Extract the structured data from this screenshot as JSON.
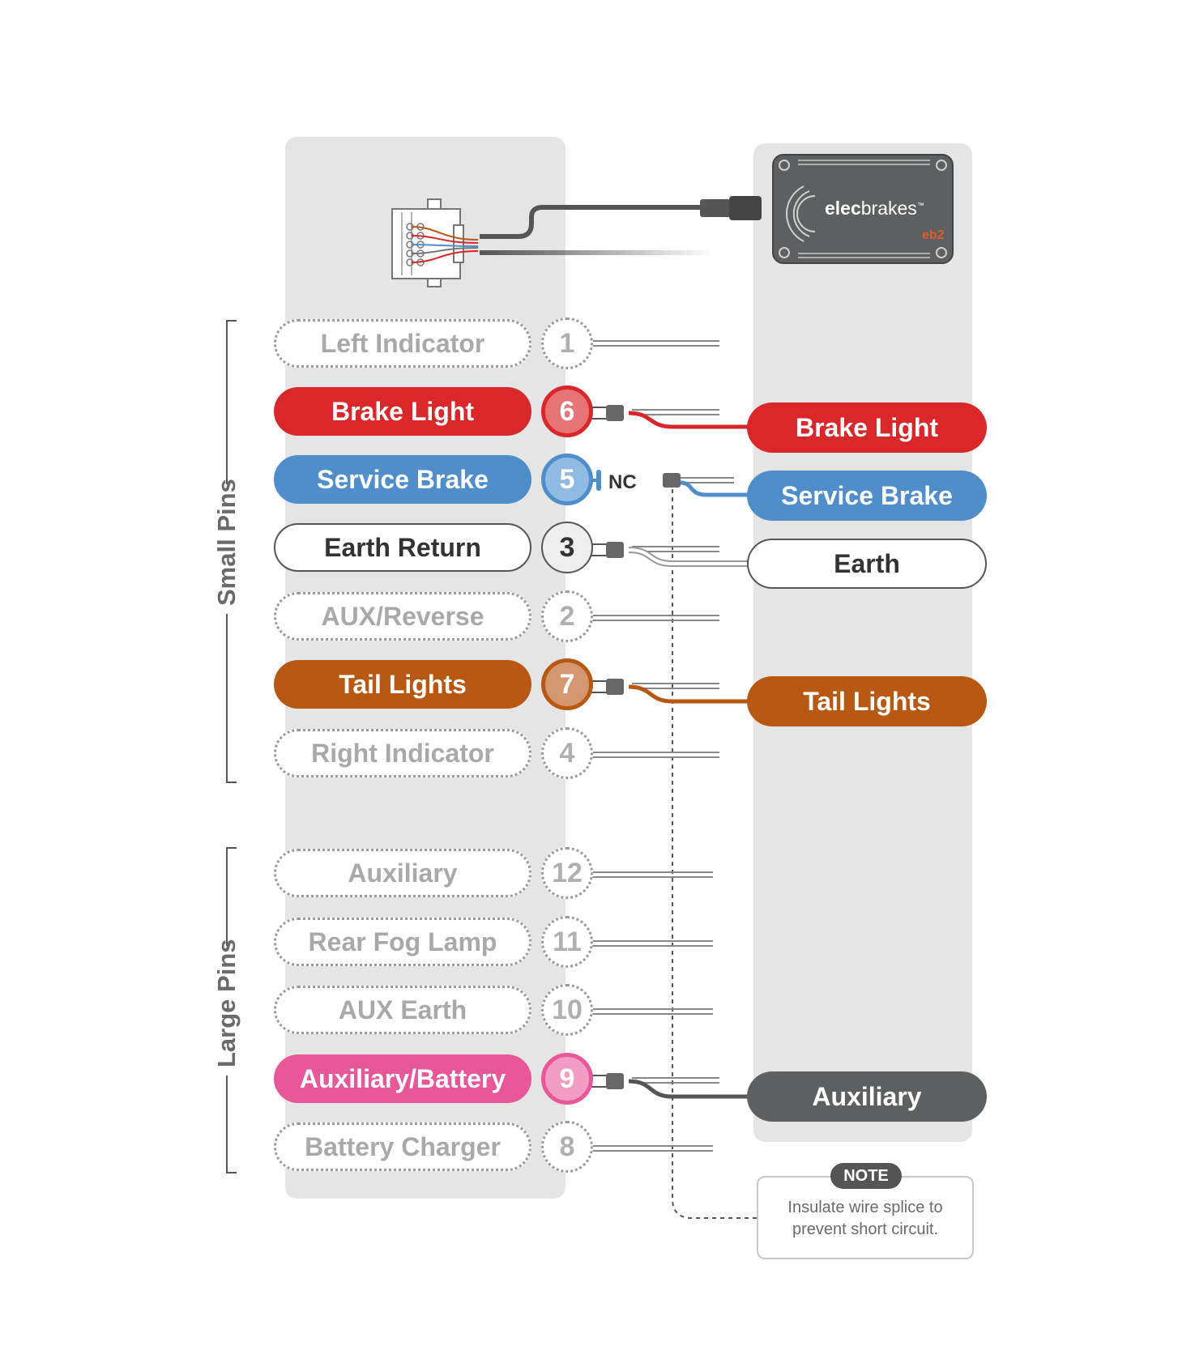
{
  "small_pins_label": "Small Pins",
  "large_pins_label": "Large Pins",
  "pins": [
    {
      "label": "Left Indicator",
      "number": "1",
      "active": false,
      "color": "#ffffff"
    },
    {
      "label": "Brake Light",
      "number": "6",
      "active": true,
      "color": "#d9272a"
    },
    {
      "label": "Service Brake",
      "number": "5",
      "active": true,
      "color": "#4f8ecb"
    },
    {
      "label": "Earth Return",
      "number": "3",
      "active": true,
      "color": "#ffffff"
    },
    {
      "label": "AUX/Reverse",
      "number": "2",
      "active": false,
      "color": "#ffffff"
    },
    {
      "label": "Tail Lights",
      "number": "7",
      "active": true,
      "color": "#b85812"
    },
    {
      "label": "Right Indicator",
      "number": "4",
      "active": false,
      "color": "#ffffff"
    },
    {
      "label": "Auxiliary",
      "number": "12",
      "active": false,
      "color": "#ffffff"
    },
    {
      "label": "Rear Fog Lamp",
      "number": "11",
      "active": false,
      "color": "#ffffff"
    },
    {
      "label": "AUX Earth",
      "number": "10",
      "active": false,
      "color": "#ffffff"
    },
    {
      "label": "Auxiliary/Battery",
      "number": "9",
      "active": true,
      "color": "#e9579b"
    },
    {
      "label": "Battery Charger",
      "number": "8",
      "active": false,
      "color": "#ffffff"
    }
  ],
  "controller_wires": [
    {
      "label": "Brake Light",
      "color": "#d9272a"
    },
    {
      "label": "Service Brake",
      "color": "#4f8ecb"
    },
    {
      "label": "Earth",
      "color": "#ffffff"
    },
    {
      "label": "Tail Lights",
      "color": "#b85812"
    },
    {
      "label": "Auxiliary",
      "color": "#5d5f60"
    }
  ],
  "nc_label": "NC",
  "device": {
    "brand_bold": "elec",
    "brand_rest": "brakes",
    "trademark": "™",
    "model": "eb2"
  },
  "note": {
    "tag": "NOTE",
    "text": "Insulate wire splice to prevent short circuit."
  }
}
